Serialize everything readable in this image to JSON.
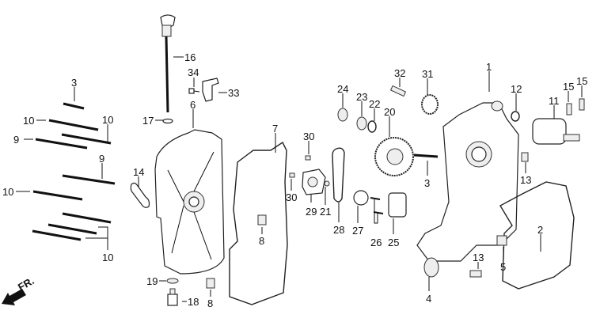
{
  "diagram": {
    "type": "exploded-parts-diagram",
    "direction_label": "FR.",
    "callouts": {
      "c1": "1",
      "c2": "2",
      "c3a": "3",
      "c3b": "3",
      "c4": "4",
      "c5": "5",
      "c6": "6",
      "c7": "7",
      "c8a": "8",
      "c8b": "8",
      "c9a": "9",
      "c9b": "9",
      "c10a": "10",
      "c10b": "10",
      "c10c": "10",
      "c10d": "10",
      "c11": "11",
      "c12": "12",
      "c13a": "13",
      "c13b": "13",
      "c14": "14",
      "c15a": "15",
      "c15b": "15",
      "c16": "16",
      "c17": "17",
      "c18": "18",
      "c19": "19",
      "c20": "20",
      "c21": "21",
      "c22": "22",
      "c23": "23",
      "c24": "24",
      "c25": "25",
      "c26": "26",
      "c27": "27",
      "c28": "28",
      "c29": "29",
      "c30a": "30",
      "c30b": "30",
      "c31": "31",
      "c32": "32",
      "c33": "33",
      "c34": "34"
    }
  }
}
